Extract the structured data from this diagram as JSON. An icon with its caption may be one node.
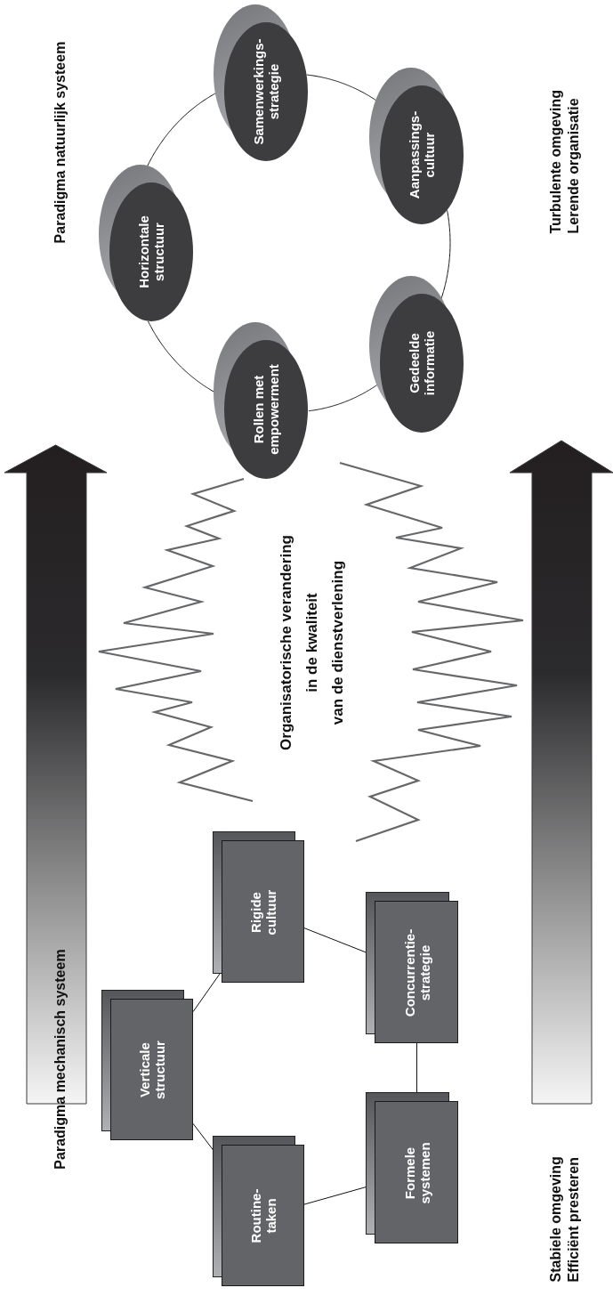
{
  "diagram": {
    "nodes": [
      {
        "text": [
          "Routine-taken"
        ]
      },
      {
        "text": [
          "Verticale structuur"
        ]
      },
      {
        "text": [
          "Rigide cultuur"
        ]
      },
      {
        "text": [
          "Formele systemen"
        ]
      },
      {
        "text": [
          "Concurrentie-strategie"
        ]
      },
      {
        "text": [
          "Rollen met empowerment"
        ]
      },
      {
        "text": [
          "Horizontale structuur"
        ]
      },
      {
        "text": [
          "Samenwerkings-strategie"
        ]
      },
      {
        "text": [
          "Aanpassings-cultuur"
        ]
      },
      {
        "text": [
          "Gedeelde informatie"
        ]
      }
    ],
    "edges": [
      {
        "from": 1,
        "to": 0,
        "arrow": "none"
      },
      {
        "from": 1,
        "to": 2,
        "arrow": "none"
      },
      {
        "from": 0,
        "to": 3,
        "arrow": "none"
      },
      {
        "from": 2,
        "to": 4,
        "arrow": "none"
      },
      {
        "from": 3,
        "to": 4,
        "arrow": "none"
      },
      {
        "from": 5,
        "to": 6,
        "arrow": "none"
      },
      {
        "from": 6,
        "to": 7,
        "arrow": "none"
      },
      {
        "from": 7,
        "to": 8,
        "arrow": "none"
      },
      {
        "from": 8,
        "to": 9,
        "arrow": "none"
      },
      {
        "from": 9,
        "to": 5,
        "arrow": "none"
      }
    ],
    "labels": [
      "Paradigma mechanisch systeem",
      "Paradigma natuurlijk systeem",
      "Organisatorische verandering",
      "in de kwaliteit",
      "van de dienstverlening",
      "Turbulente omgeving",
      "Lerende organisatie",
      "Stabiele omgeving",
      "Efficiënt presteren"
    ]
  }
}
